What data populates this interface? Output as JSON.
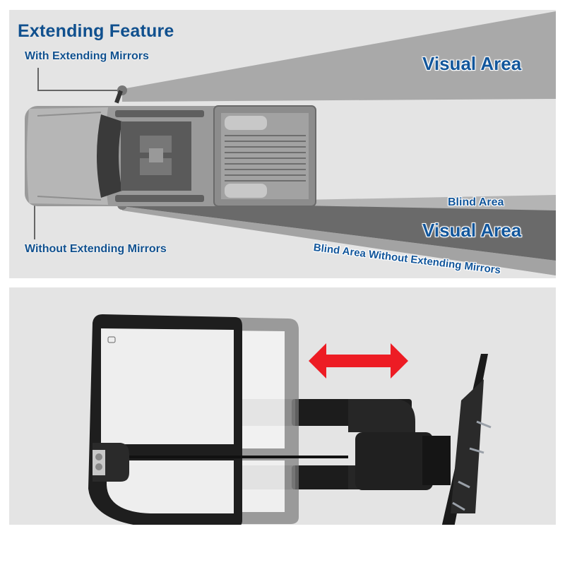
{
  "top_panel": {
    "title": "Extending Feature",
    "with_label": "With Extending Mirrors",
    "without_label": "Without Extending Mirrors",
    "upper_visual_area": "Visual Area",
    "blind_area": "Blind Area",
    "lower_visual_area": "Visual Area",
    "blind_area_without": "Blind Area Without Extending Mirrors"
  },
  "bottom_panel": {
    "description": "Telescoping tow mirror extended and retracted positions",
    "arrow": "double-headed extension arrow"
  },
  "colors": {
    "panel_bg": "#e4e4e4",
    "title_blue": "#10508e",
    "visual_area_light": "#a8a8a8",
    "visual_area_dark": "#6a6a6a",
    "arrow_red": "#ed1c24"
  }
}
